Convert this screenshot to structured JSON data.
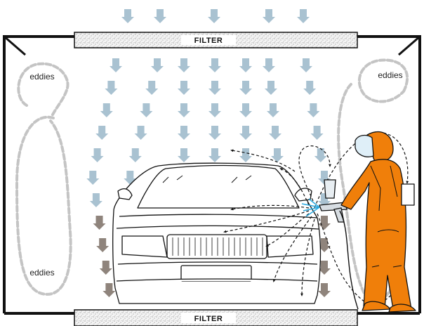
{
  "filters": {
    "top_label": "FILTER",
    "bottom_label": "FILTER"
  },
  "eddies": {
    "top_left": "eddies",
    "top_right": "eddies",
    "bottom_left": "eddies"
  },
  "colors": {
    "airflow_clean": "#a9c2d1",
    "airflow_contaminated": "#8f847c",
    "eddy": "#bdbdbd",
    "overspray": "#111111",
    "booth_wall": "#111111",
    "painter_suit": "#f07f0a",
    "spray": "#29a9e0"
  },
  "icons": [
    "filter-panel",
    "airflow-arrow",
    "eddy-loop",
    "car-front",
    "spray-gun",
    "painter-figure",
    "overspray-path"
  ]
}
